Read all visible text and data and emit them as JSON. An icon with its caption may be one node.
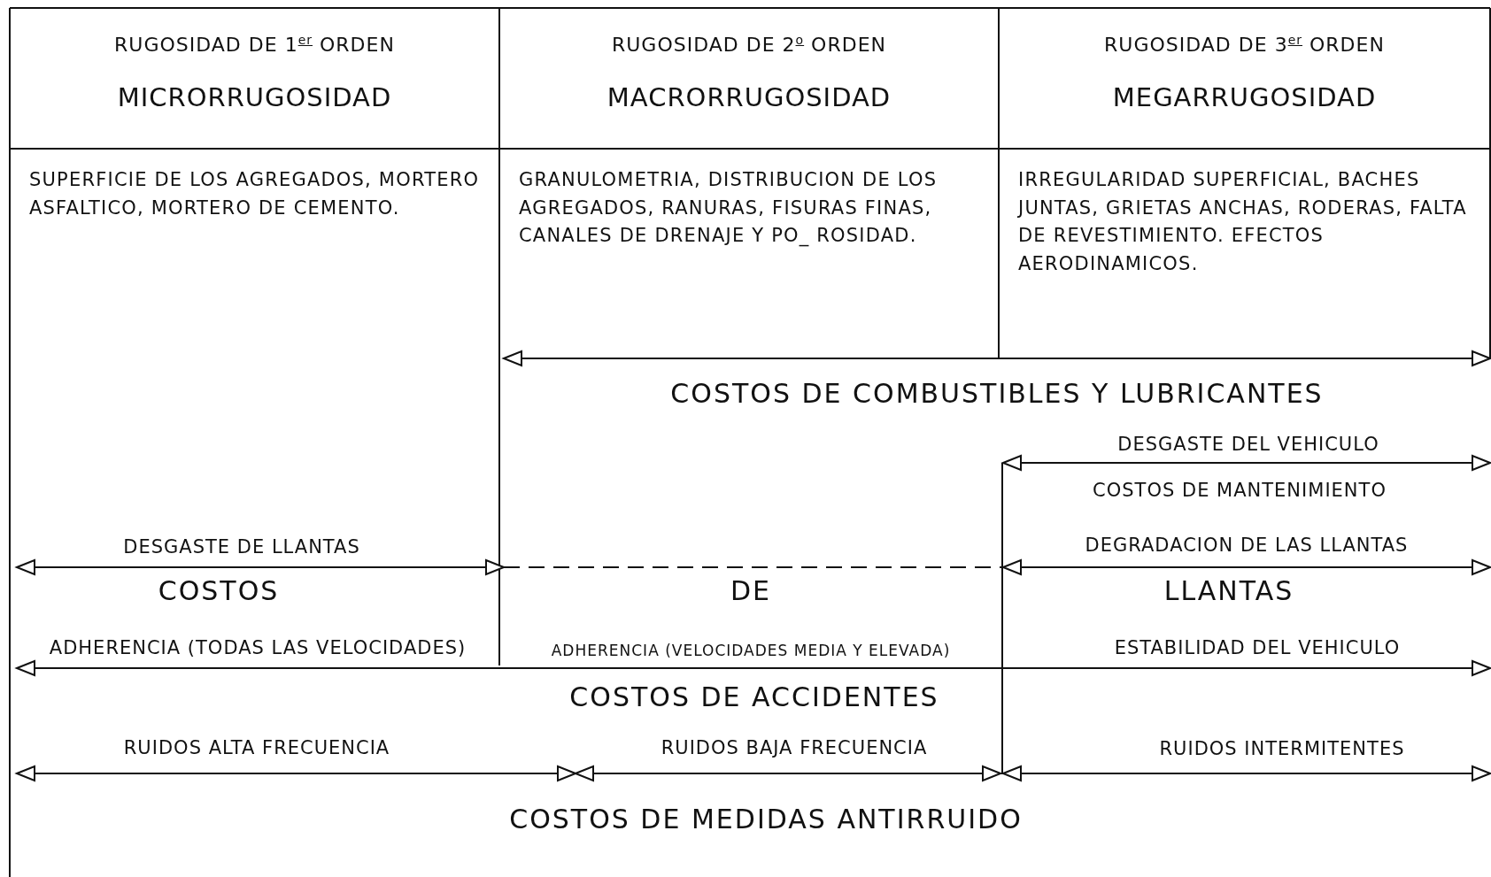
{
  "diagram": {
    "nodes": [
      {
        "text": [
          "RUGOSIDAD DE 1$^{er}$ ORDEN",
          "MICRORRUGOSIDAD"
        ]
      },
      {
        "text": [
          "RUGOSIDAD DE 2$^{o}$ ORDEN",
          "MACRORRUGOSIDAD"
        ]
      },
      {
        "text": [
          "RUGOSIDAD DE 3$^{er}$ ORDEN",
          "MEGARRUGOSIDAD"
        ]
      },
      {
        "text": [
          "SUPERFICIE DE LOS AGREGADOS, MORTERO ASFALTICO, MORTERO DE CEMENTO."
        ]
      },
      {
        "text": [
          "GRANULOMETRIA, DISTRIBUCION DE LOS AGREGADOS, RANURAS, FISURAS FINAS, CANALES DE DRENAJE Y PO_ ROSIDAD."
        ]
      },
      {
        "text": [
          "IRREGULARIDAD SUPERFICIAL, BACHES JUNTAS, GRIETAS ANCHAS, RODERAS, FALTA DE REVESTIMIENTO. EFECTOS AERODINAMICOS."
        ]
      }
    ],
    "labels": [
      "COSTOS DE COMBUSTIBLES Y LUBRICANTES",
      "DESGASTE DEL VEHICULO",
      "COSTOS DE MANTENIMIENTO",
      "DESGASTE DE LLANTAS",
      "DEGRADACION DE LAS LLANTAS",
      "COSTOS",
      "DE",
      "LLANTAS",
      "ADHERENCIA (TODAS LAS VELOCIDADES)",
      "ADHERENCIA (VELOCIDADES MEDIA Y ELEVADA)",
      "ESTABILIDAD DEL VEHICULO",
      "COSTOS DE ACCIDENTES",
      "RUIDOS ALTA FRECUENCIA",
      "RUIDOS BAJA FRECUENCIA",
      "RUIDOS INTERMITENTES",
      "COSTOS DE MEDIDAS ANTIRRUIDO"
    ]
  }
}
